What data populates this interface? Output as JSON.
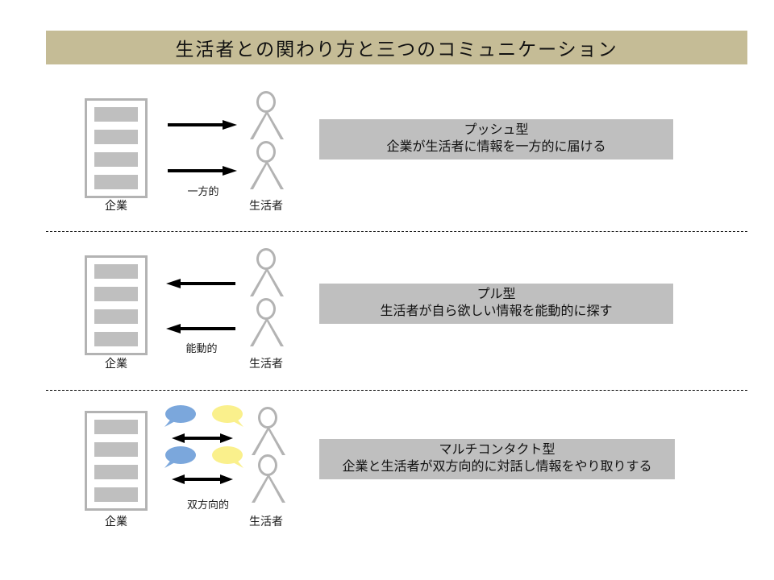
{
  "title": {
    "text": "生活者との関わり方と三つのコミュニケーション",
    "band_color": "#c5bc96"
  },
  "labels": {
    "company": "企業",
    "consumer": "生活者"
  },
  "colors": {
    "caption_box": "#bfbfbf",
    "icon_gray": "#b3b3b3",
    "bar_gray": "#bfbfbf",
    "bubble_blue": "#7ba7dc",
    "bubble_yellow": "#faf08c",
    "arrow_black": "#000000",
    "divider": "#000000"
  },
  "rows": [
    {
      "id": "push",
      "direction": "right",
      "arrow_label": "一方的",
      "company_label": "企業",
      "consumer_label": "生活者",
      "caption_title": "プッシュ型",
      "caption_desc": "企業が生活者に情報を一方的に届ける",
      "bubbles": false
    },
    {
      "id": "pull",
      "direction": "left",
      "arrow_label": "能動的",
      "company_label": "企業",
      "consumer_label": "生活者",
      "caption_title": "プル型",
      "caption_desc": "生活者が自ら欲しい情報を能動的に探す",
      "bubbles": false
    },
    {
      "id": "multi-contact",
      "direction": "both",
      "arrow_label": "双方向的",
      "company_label": "企業",
      "consumer_label": "生活者",
      "caption_title": "マルチコンタクト型",
      "caption_desc": "企業と生活者が双方向的に対話し情報をやり取りする",
      "bubbles": true
    }
  ]
}
